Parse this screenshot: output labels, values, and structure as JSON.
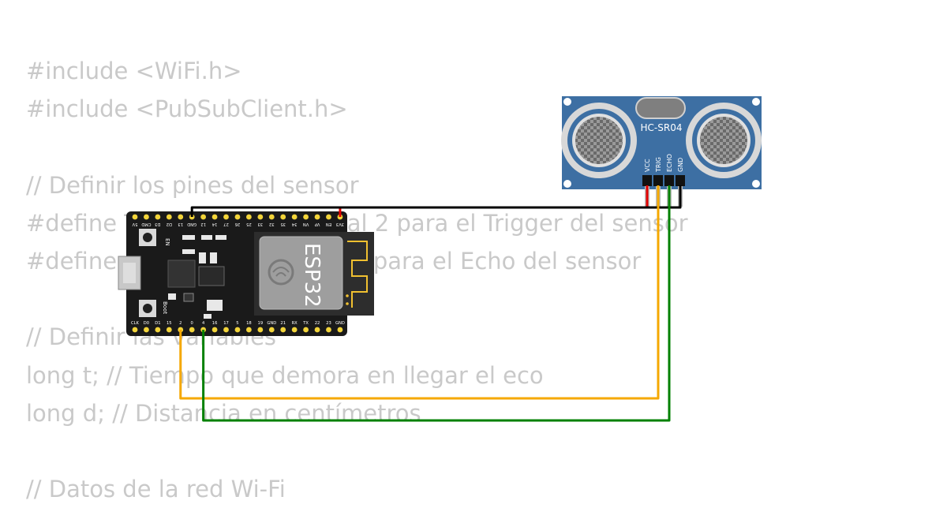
{
  "code_lines": [
    "#include <WiFi.h>",
    "#include <PubSubClient.h>",
    "",
    "// Definir los pines del sensor",
    "#define Trigger 2 // Pin digital 2 para el Trigger del sensor",
    "#define Echo 4 // Pin digital 4 para el Echo del sensor",
    "",
    "// Definir las variables",
    "long t; // Tiempo que demora en llegar el eco",
    "long d; // Distancia en centímetros",
    "",
    "// Datos de la red Wi-Fi"
  ],
  "esp32": {
    "chip_label": "ESP32",
    "top_pins": [
      "5V",
      "CMD",
      "D3",
      "D2",
      "13",
      "GND",
      "12",
      "14",
      "27",
      "26",
      "25",
      "33",
      "32",
      "35",
      "34",
      "VN",
      "VP",
      "EN",
      "3V3"
    ],
    "bottom_pins": [
      "CLK",
      "D0",
      "D1",
      "15",
      "2",
      "0",
      "4",
      "16",
      "17",
      "5",
      "18",
      "19",
      "GND",
      "21",
      "RX",
      "TX",
      "22",
      "23",
      "GND"
    ],
    "button_en": "EN",
    "button_boot": "Boot"
  },
  "sensor": {
    "model": "HC-SR04",
    "pins": [
      "VCC",
      "TRIG",
      "ECHO",
      "GND"
    ]
  },
  "wires": [
    {
      "from": "ESP32 3V3",
      "to": "HC-SR04 VCC",
      "color": "#e00000"
    },
    {
      "from": "ESP32 GND",
      "to": "HC-SR04 GND",
      "color": "#000000"
    },
    {
      "from": "ESP32 2",
      "to": "HC-SR04 TRIG",
      "color": "#f5a800"
    },
    {
      "from": "ESP32 4",
      "to": "HC-SR04 ECHO",
      "color": "#008000"
    }
  ],
  "colors": {
    "code_text": "#c9c9c9",
    "board": "#1a1a1a",
    "pin_pad": "#f2d43a",
    "sensor_pcb": "#3d6fa3",
    "module_shield": "#9e9e9e"
  }
}
